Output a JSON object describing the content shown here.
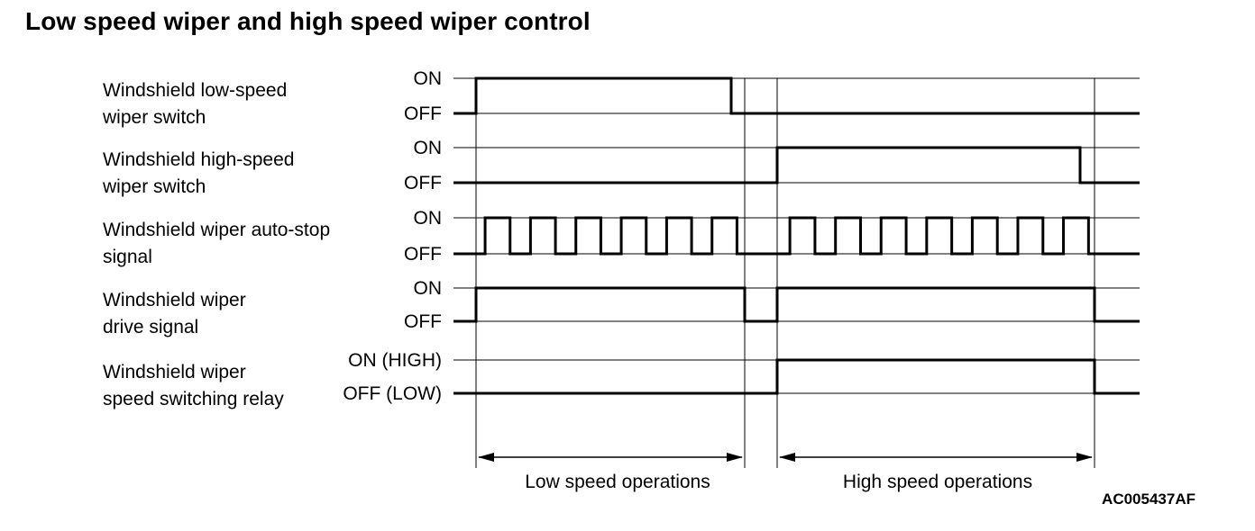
{
  "title": "Low speed wiper and high speed wiper control",
  "signals": [
    {
      "id": "lowsw",
      "label_lines": [
        "Windshield low-speed",
        "wiper switch"
      ],
      "on_label": "ON",
      "off_label": "OFF",
      "waveform": [
        [
          0,
          0
        ],
        [
          1,
          1
        ],
        [
          2,
          0
        ]
      ]
    },
    {
      "id": "highsw",
      "label_lines": [
        "Windshield high-speed",
        "wiper switch"
      ],
      "on_label": "ON",
      "off_label": "OFF",
      "waveform": [
        [
          0,
          0
        ],
        [
          3,
          1
        ],
        [
          6,
          0
        ]
      ]
    },
    {
      "id": "autostop",
      "label_lines": [
        "Windshield wiper auto-stop",
        "signal"
      ],
      "on_label": "ON",
      "off_label": "OFF",
      "low_speed_pulses": 6,
      "high_speed_pulses": 7
    },
    {
      "id": "drive",
      "label_lines": [
        "Windshield wiper",
        "drive signal"
      ],
      "on_label": "ON",
      "off_label": "OFF",
      "waveform": [
        [
          0,
          0
        ],
        [
          1,
          1
        ],
        [
          4,
          0
        ],
        [
          3,
          1
        ],
        [
          5,
          0
        ]
      ]
    },
    {
      "id": "relay",
      "label_lines": [
        "Windshield wiper",
        "speed switching relay"
      ],
      "on_label": "ON (HIGH)",
      "off_label": "OFF (LOW)",
      "waveform": [
        [
          0,
          0
        ],
        [
          3,
          1
        ],
        [
          5,
          0
        ]
      ]
    }
  ],
  "spans": [
    {
      "label": "Low speed operations"
    },
    {
      "label": "High speed operations"
    }
  ],
  "figure_code": "AC005437AF"
}
